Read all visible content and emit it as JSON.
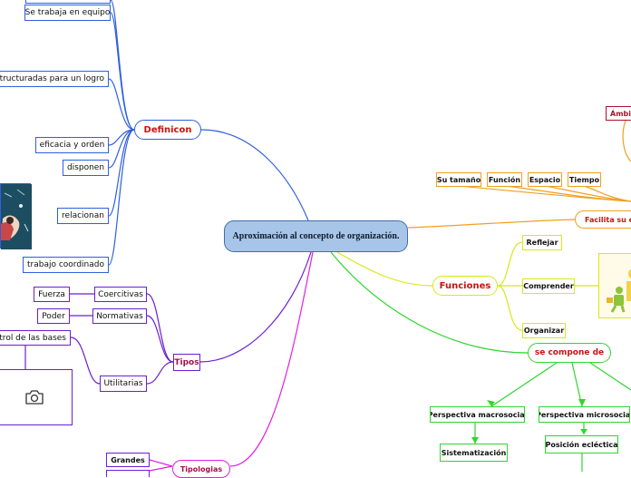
{
  "central": "Aproximación al concepto de organización.",
  "definicion": {
    "label": "Definicon",
    "items": [
      "Se trabaja en equipo",
      "tructuradas para un logro",
      "eficacia y orden",
      "disponen",
      "relacionan",
      "trabajo coordinado"
    ]
  },
  "tipos": {
    "label": "Tipos",
    "coercitivas": "Coercitivas",
    "fuerza": "Fuerza",
    "normativas": "Normativas",
    "poder": "Poder",
    "utilitarias": "Utilitarias",
    "control": "trol de las bases"
  },
  "tipologias": {
    "label": "Tipologias",
    "grandes": "Grandes"
  },
  "facilita": {
    "label": "Facilita su es",
    "items": [
      "Su tamaño",
      "Función",
      "Espacio",
      "Tiempo"
    ],
    "ambito": "Ámbit"
  },
  "funciones": {
    "label": "Funciones",
    "items": [
      "Reflejar",
      "Comprender",
      "Organizar"
    ]
  },
  "se_compone": {
    "label": "se compone de",
    "macro": "Perspectiva macrosocial",
    "sistematizacion": "Sistematización",
    "micro": "Perspectiva microsocial",
    "eclectica": "Posición ecléctica"
  },
  "icons": {
    "camera": "camera-icon"
  },
  "colors": {
    "blue": "#2f5fe0",
    "definicion": "#cc1111",
    "purple": "#6a1fd0",
    "tipos": "#a0104a",
    "magenta": "#e41ee0",
    "orange": "#f0a020",
    "yellow": "#d8e818",
    "green": "#2fd52f",
    "center": "#a7c5e8"
  }
}
